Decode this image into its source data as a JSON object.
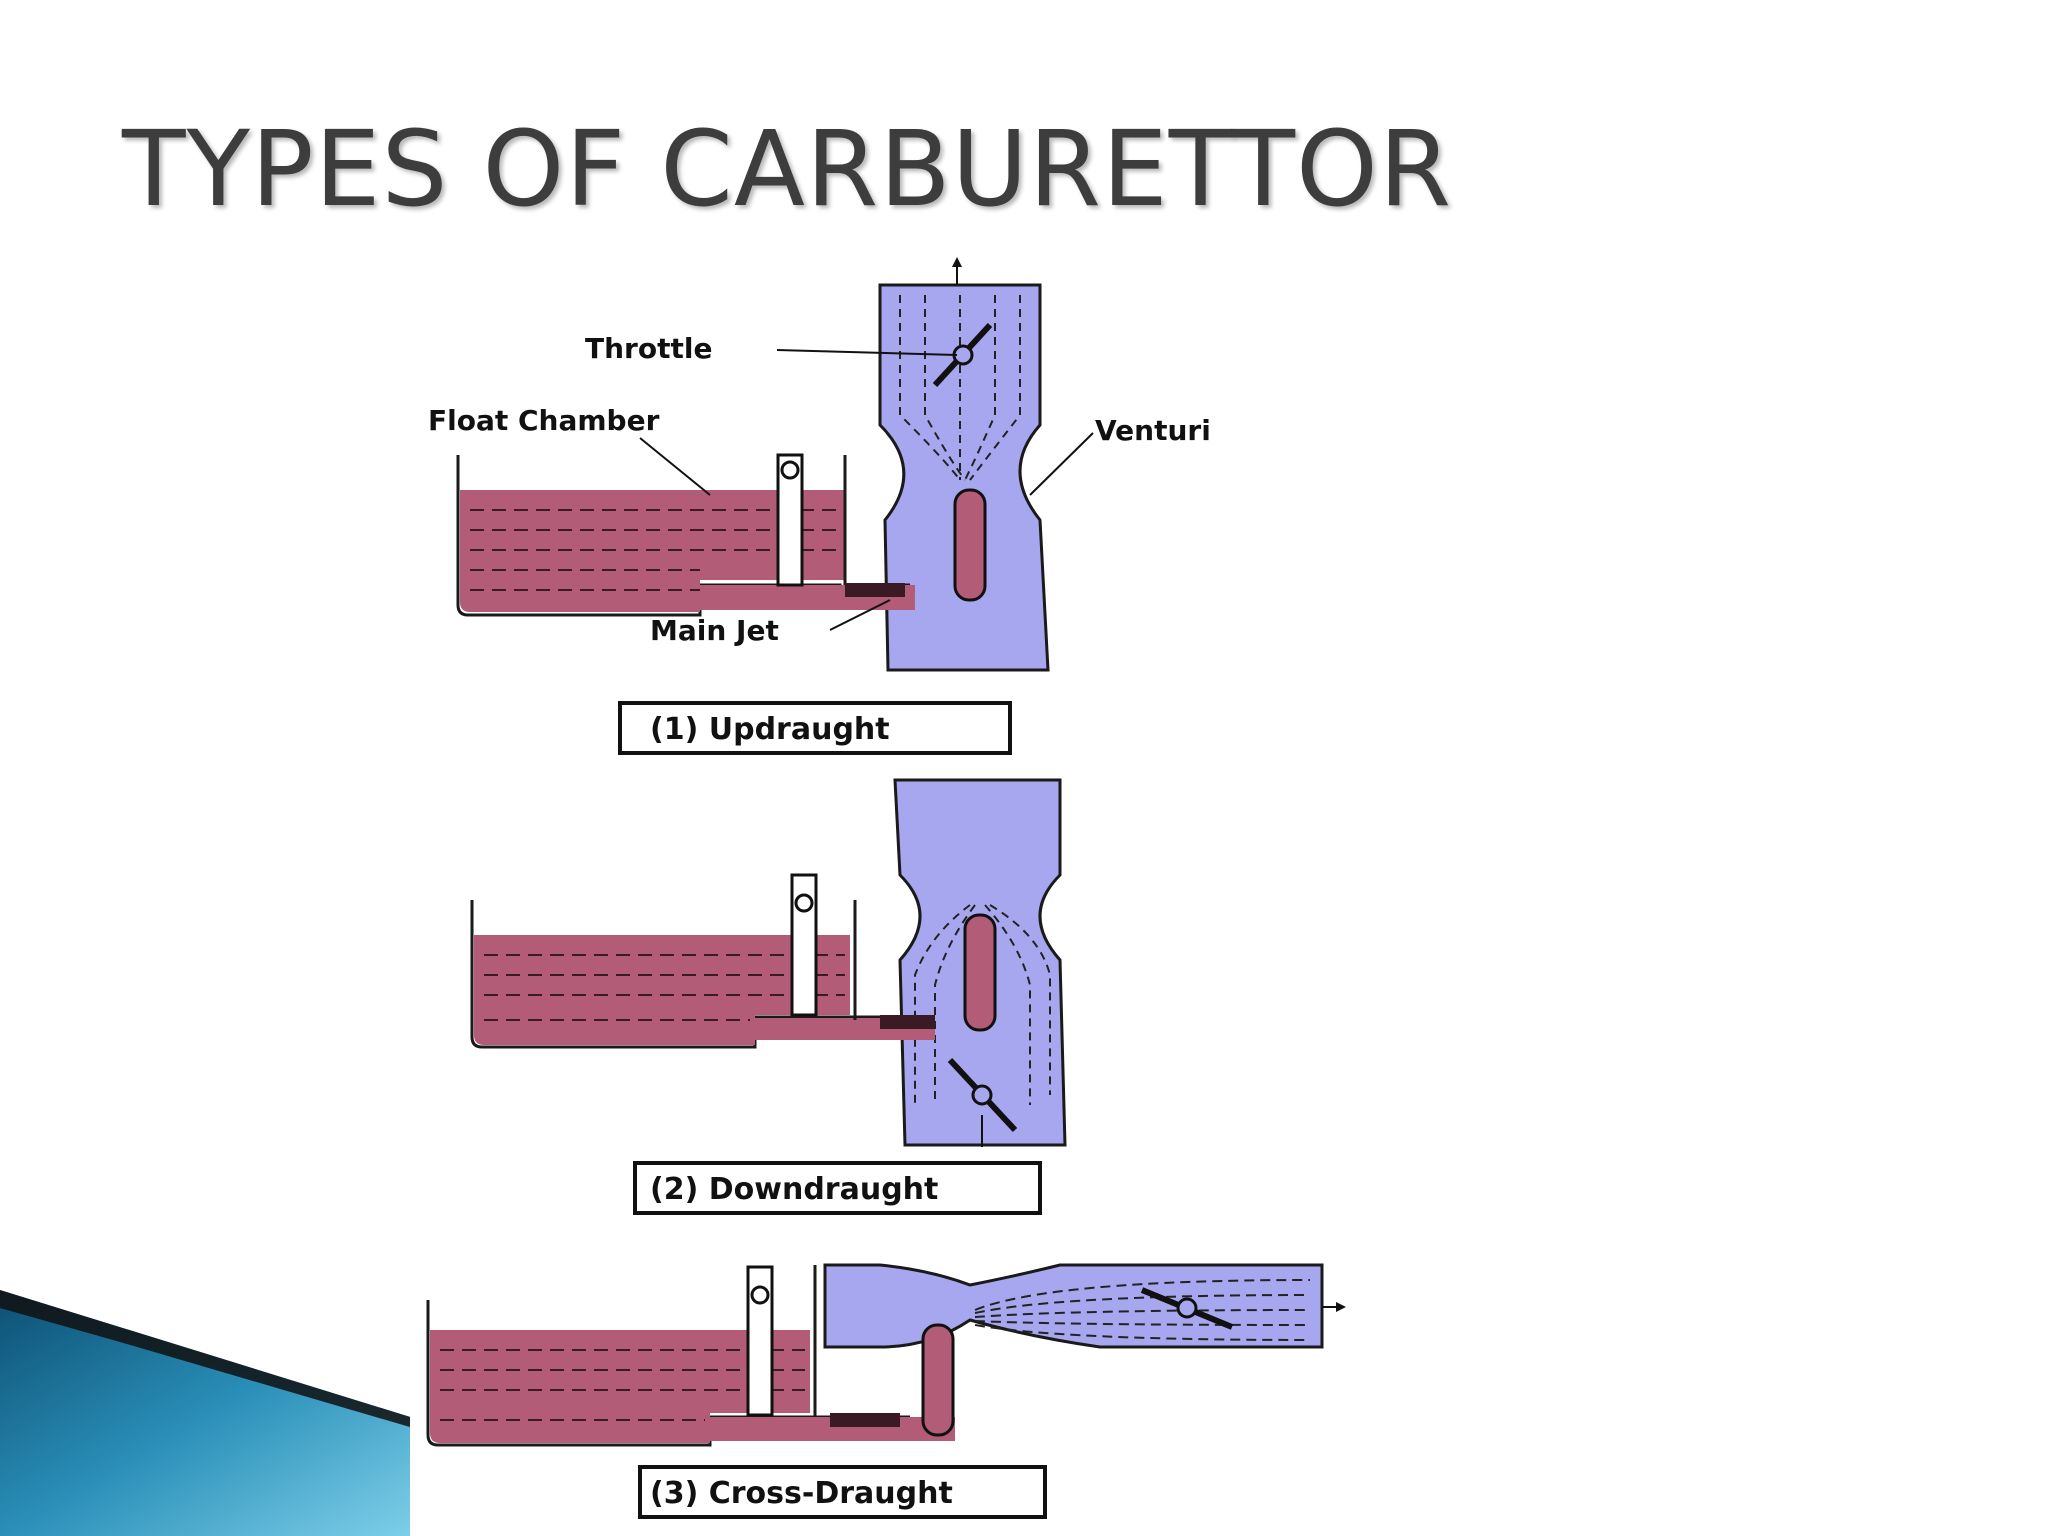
{
  "slide": {
    "title": "TYPES OF CARBURETTOR"
  },
  "diagrams": {
    "updraught": {
      "caption": "(1) Updraught",
      "labels": {
        "throttle": "Throttle",
        "float_chamber": "Float Chamber",
        "venturi": "Venturi",
        "main_jet": "Main Jet"
      }
    },
    "downdraught": {
      "caption": "(2) Downdraught"
    },
    "crossdraught": {
      "caption": "(3) Cross-Draught"
    }
  },
  "colors": {
    "fuel": "#b25c78",
    "air": "#a7a7ef",
    "outline": "#1a1a1a",
    "title": "#3d3d3d",
    "corner_accent": "#1f7fa8"
  }
}
